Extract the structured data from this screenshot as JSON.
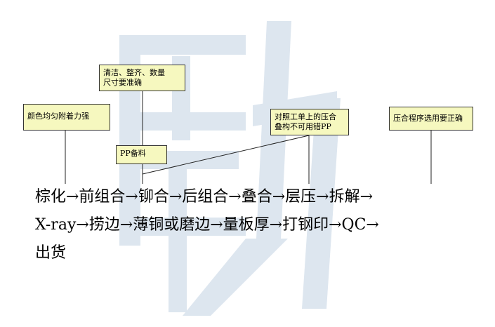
{
  "notes": {
    "color": "颜色均匀附着力强",
    "cleaning": "清洁、整齐、数量\n尺寸要准确",
    "pp_prep": "PP备料",
    "stack": "对照工单上的压合\n叠构不可用错PP",
    "press_program": "压合程序选用要正确"
  },
  "flow": {
    "line1": "棕化→前组合→铆合→后组合→叠合→层压→拆解→",
    "line2": "X-ray→捞边→薄铜或磨边→量板厚→打钢印→QC→",
    "line3": "出货"
  },
  "colors": {
    "note_bg": "#f6f8bf",
    "watermark": "#dce5ee"
  }
}
